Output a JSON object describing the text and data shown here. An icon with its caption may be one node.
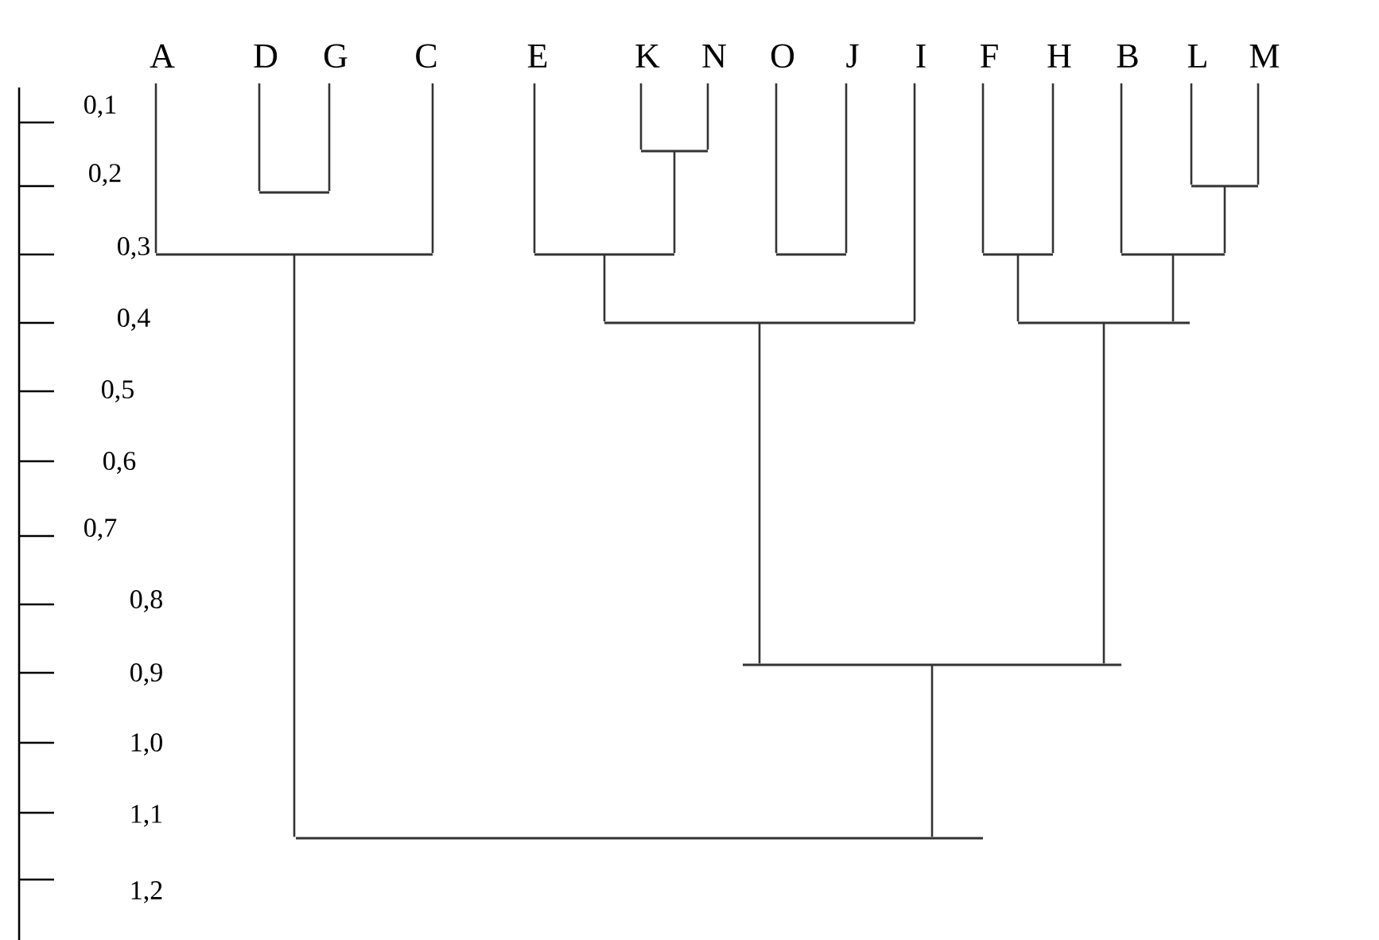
{
  "diagram": {
    "nodes": [
      {
        "text": [
          "A"
        ]
      },
      {
        "text": [
          "D"
        ]
      },
      {
        "text": [
          "G"
        ]
      },
      {
        "text": [
          "C"
        ]
      },
      {
        "text": [
          "E"
        ]
      },
      {
        "text": [
          "K"
        ]
      },
      {
        "text": [
          "N"
        ]
      },
      {
        "text": [
          "O"
        ]
      },
      {
        "text": [
          "J"
        ]
      },
      {
        "text": [
          "I"
        ]
      },
      {
        "text": [
          "F"
        ]
      },
      {
        "text": [
          "H"
        ]
      },
      {
        "text": [
          "B"
        ]
      },
      {
        "text": [
          "L"
        ]
      },
      {
        "text": [
          "M"
        ]
      },
      {
        "text": [],
        "shape": "bar"
      },
      {
        "text": [],
        "shape": "bar"
      },
      {
        "text": [],
        "shape": "bar"
      },
      {
        "text": [],
        "shape": "bar"
      },
      {
        "text": [],
        "shape": "bar"
      },
      {
        "text": [],
        "shape": "bar"
      },
      {
        "text": [],
        "shape": "bar"
      },
      {
        "text": [],
        "shape": "bar"
      },
      {
        "text": [],
        "shape": "bar"
      },
      {
        "text": [],
        "shape": "bar"
      },
      {
        "text": [],
        "shape": "bar"
      },
      {
        "text": [],
        "shape": "bar"
      }
    ],
    "edges": [
      {
        "from": 0,
        "to": 18,
        "arrow": "none"
      },
      {
        "from": 1,
        "to": 15,
        "arrow": "none"
      },
      {
        "from": 2,
        "to": 15,
        "arrow": "none"
      },
      {
        "from": 3,
        "to": 18,
        "arrow": "none"
      },
      {
        "from": 4,
        "to": 19,
        "arrow": "none"
      },
      {
        "from": 5,
        "to": 16,
        "arrow": "none"
      },
      {
        "from": 6,
        "to": 16,
        "arrow": "none"
      },
      {
        "from": 7,
        "to": 20,
        "arrow": "none"
      },
      {
        "from": 8,
        "to": 20,
        "arrow": "none"
      },
      {
        "from": 9,
        "to": 23,
        "arrow": "none"
      },
      {
        "from": 10,
        "to": 21,
        "arrow": "none"
      },
      {
        "from": 11,
        "to": 21,
        "arrow": "none"
      },
      {
        "from": 12,
        "to": 22,
        "arrow": "none"
      },
      {
        "from": 13,
        "to": 17,
        "arrow": "none"
      },
      {
        "from": 14,
        "to": 17,
        "arrow": "none"
      },
      {
        "from": 16,
        "to": 19,
        "arrow": "none"
      },
      {
        "from": 17,
        "to": 22,
        "arrow": "none"
      },
      {
        "from": 19,
        "to": 23,
        "arrow": "none"
      },
      {
        "from": 21,
        "to": 24,
        "arrow": "none"
      },
      {
        "from": 22,
        "to": 24,
        "arrow": "none"
      },
      {
        "from": 23,
        "to": 25,
        "arrow": "none"
      },
      {
        "from": 24,
        "to": 25,
        "arrow": "none"
      },
      {
        "from": 18,
        "to": 26,
        "arrow": "none"
      },
      {
        "from": 25,
        "to": 26,
        "arrow": "none"
      }
    ],
    "labels": [
      "0,1",
      "0,2",
      "0,3",
      "0,4",
      "0,5",
      "0,6",
      "0,7",
      "0,8",
      "0,9",
      "1,0",
      "1,1",
      "1,2"
    ]
  }
}
